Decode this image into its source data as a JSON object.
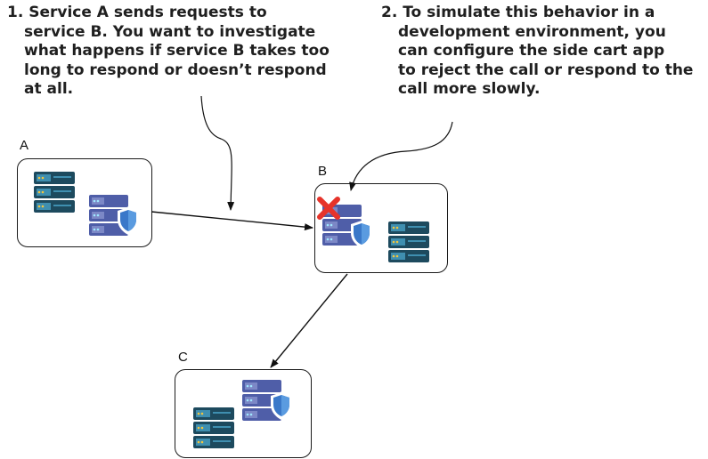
{
  "annotations": [
    {
      "id": "note-1",
      "lines": [
        "1. Service A sends requests to",
        "service B. You want to investigate",
        "what happens if service B takes too",
        "long to respond or doesn’t respond",
        "at all."
      ]
    },
    {
      "id": "note-2",
      "lines": [
        "2. To simulate this behavior in a",
        "development environment, you",
        "can configure the side cart app",
        "to reject the call or respond to the",
        "call more slowly."
      ]
    }
  ],
  "boxes": {
    "a": {
      "label": "A"
    },
    "b": {
      "label": "B"
    },
    "c": {
      "label": "C"
    }
  },
  "icons": {
    "server": "server-stack-icon",
    "secure_server": "secure-server-icon",
    "error_mark": "red-x-icon"
  },
  "colors": {
    "server_dark": "#1d4a5e",
    "server_light": "#3f8fb0",
    "server_led": "#f2c53d",
    "secure_server": "#4f5ea8",
    "shield": "#3a78c9",
    "error_mark": "#e6332a"
  }
}
